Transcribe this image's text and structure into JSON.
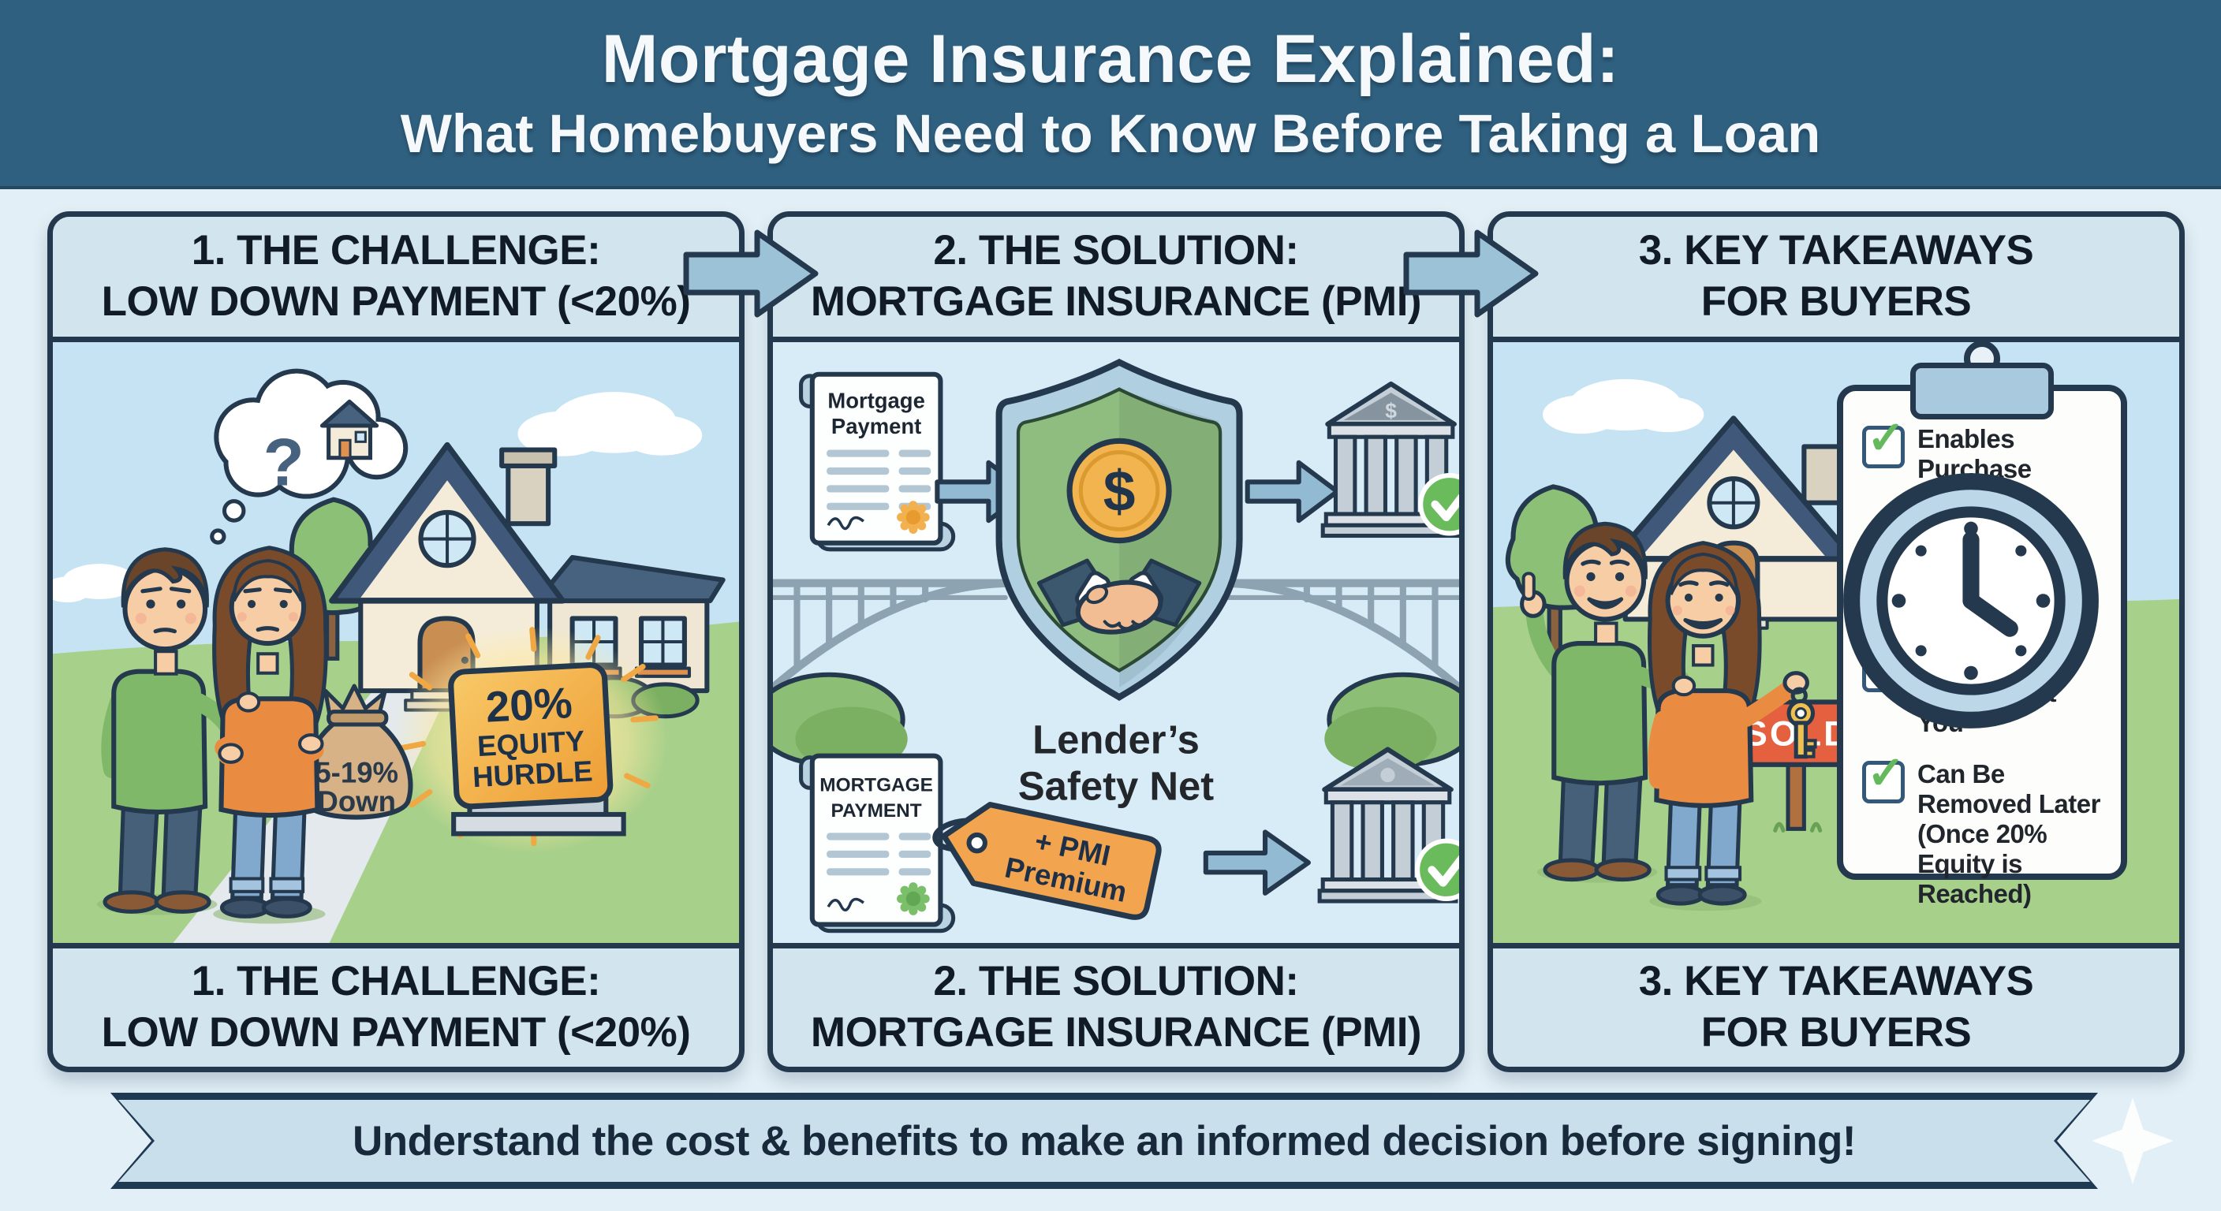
{
  "title": {
    "line1": "Mortgage Insurance Explained:",
    "line2": "What Homebuyers Need to Know Before Taking a Loan"
  },
  "panels": {
    "challenge": {
      "header_line1": "1. THE CHALLENGE:",
      "header_line2": "LOW DOWN PAYMENT (<20%)",
      "footer_line1": "1. THE CHALLENGE:",
      "footer_line2": "LOW DOWN PAYMENT (<20%)",
      "thought_mark": "?",
      "bag_line1": "5-19%",
      "bag_line2": "Down",
      "sign_line1": "20%",
      "sign_line2": "EQUITY",
      "sign_line3": "HURDLE"
    },
    "solution": {
      "header_line1": "2. THE SOLUTION:",
      "header_line2": "MORTGAGE INSURANCE (PMI)",
      "footer_line1": "2. THE SOLUTION:",
      "footer_line2": "MORTGAGE INSURANCE (PMI)",
      "scroll_top_line1": "Mortgage",
      "scroll_top_line2": "Payment",
      "scroll_bottom_line1": "MORTGAGE",
      "scroll_bottom_line2": "PAYMENT",
      "tag_line1": "+ PMI",
      "tag_line2": "Premium",
      "shield_symbol": "$",
      "bank_symbol": "$",
      "caption_line1": "Lender’s",
      "caption_line2": "Safety Net"
    },
    "takeaways": {
      "header_line1": "3. KEY TAKEAWAYS",
      "header_line2": "FOR BUYERS",
      "footer_line1": "3. KEY TAKEAWAYS",
      "footer_line2": "FOR BUYERS",
      "sold_label": "SOLD",
      "checklist": [
        {
          "text": "Enables Purchase Sooner"
        },
        {
          "text": "Monthly Cost Added to Mortgage"
        },
        {
          "text": "Protects Lender, Not You"
        },
        {
          "text": "Can Be Removed Later (Once 20% Equity is Reached)"
        }
      ]
    }
  },
  "ribbon": {
    "text": "Understand the cost & benefits to make an informed decision before signing!"
  },
  "icons": {
    "checkmark": "✓"
  },
  "colors": {
    "banner_blue": "#30607f",
    "panel_border_navy": "#24394d",
    "panel_fill": "#d2e4ee",
    "sky_blue": "#c6e3f4",
    "grass_green": "#a7d08a",
    "accent_orange": "#f2a44e",
    "check_green": "#63b95c",
    "shield_green": "#8fbd7f",
    "arrow_blue": "#9cc2d8",
    "sold_red": "#e4603e"
  }
}
